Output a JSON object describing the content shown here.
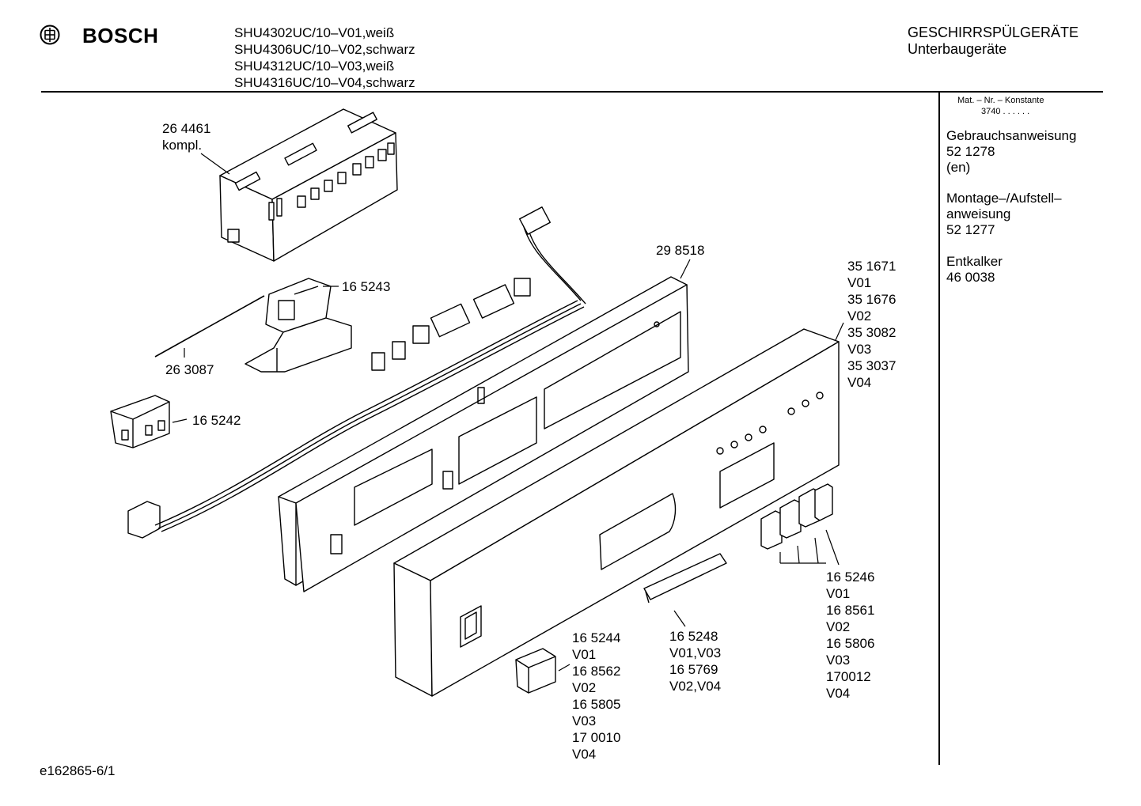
{
  "header": {
    "brand": "BOSCH",
    "models": [
      "SHU4302UC/10–V01,weiß",
      "SHU4306UC/10–V02,schwarz",
      "SHU4312UC/10–V03,weiß",
      "SHU4316UC/10–V04,schwarz"
    ],
    "category": "GESCHIRRSPÜLGERÄTE",
    "subcategory": "Unterbaugeräte"
  },
  "sidebar": {
    "mat_label": "Mat. – Nr. – Konstante",
    "mat_value": "3740 . . . . . .",
    "docs": [
      {
        "lines": [
          "Gebrauchsanweisung",
          "52 1278",
          "(en)"
        ]
      },
      {
        "lines": [
          "Montage–/Aufstell–",
          "anweisung",
          "52 1277"
        ]
      },
      {
        "lines": [
          "Entkalker",
          "46 0038"
        ]
      }
    ]
  },
  "parts": {
    "control_module": [
      "26 4461",
      "kompl."
    ],
    "bracket": [
      "16 5243"
    ],
    "rod": [
      "26 3087"
    ],
    "switch": [
      "16 5242"
    ],
    "frame": [
      "29 8518"
    ],
    "panel": [
      "35 1671",
      "V01",
      "35 1676",
      "V02",
      "35 3082",
      "V03",
      "35 3037",
      "V04"
    ],
    "buttons": [
      "16 5246",
      "V01",
      "16 8561",
      "V02",
      "16 5806",
      "V03",
      "170012",
      "V04"
    ],
    "handle_strip": [
      "16 5248",
      "V01,V03",
      "16 5769",
      "V02,V04"
    ],
    "knob": [
      "16 5244",
      "V01",
      "16 8562",
      "V02",
      "16 5805",
      "V03",
      "17 0010",
      "V04"
    ]
  },
  "footer": {
    "code": "e162865-6/1"
  }
}
